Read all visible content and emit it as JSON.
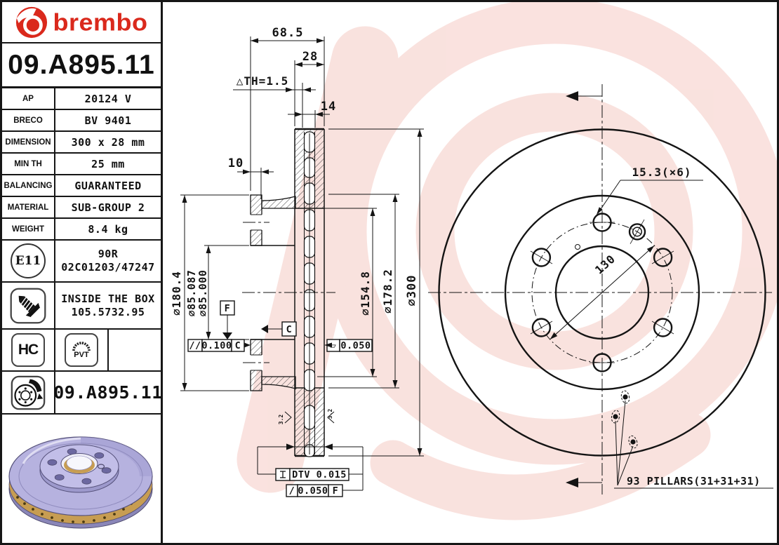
{
  "brand": {
    "wordmark": "brembo",
    "red": "#da291c"
  },
  "header": {
    "part_number": "09.A895.11"
  },
  "spec_rows": [
    {
      "label": "AP",
      "value": "20124 V"
    },
    {
      "label": "BRECO",
      "value": "BV 9401"
    },
    {
      "label": "DIMENSION",
      "value": "300 x 28 mm"
    },
    {
      "label": "MIN TH",
      "value": "25 mm"
    },
    {
      "label": "BALANCING",
      "value": "GUARANTEED"
    },
    {
      "label": "MATERIAL",
      "value": "SUB-GROUP 2"
    },
    {
      "label": "WEIGHT",
      "value": "8.4 kg"
    }
  ],
  "homologation": {
    "badge": "E11",
    "line1": "90R",
    "line2": "02C01203/47247"
  },
  "box_row": {
    "line1": "INSIDE THE BOX",
    "line2": "105.5732.95"
  },
  "coating_row": {
    "hc": "HC",
    "pvt": "PVT"
  },
  "footer": {
    "part_number": "09.A895.11"
  },
  "section_view": {
    "dim_overall_width": "68.5",
    "dim_band_width": "28",
    "dim_th": "△TH=1.5",
    "dim_vent": "14",
    "dim_flange": "10",
    "dim_hat_od": "⌀180.4",
    "dim_bore_max": "⌀85.087",
    "dim_bore_min": "⌀85.000",
    "dim_vane_id": "⌀154.8",
    "dim_hat_step": "⌀178.2",
    "dim_outer": "⌀300",
    "roughness_left": "3.2",
    "roughness_right": "3.2",
    "parallelism": {
      "symbol": "//",
      "value": "0.100",
      "datum": "C"
    },
    "flatness": {
      "symbol": "▱",
      "value": "0.050"
    },
    "datum_f": "F",
    "datum_c": "C",
    "dtv": {
      "value": "DTV 0.015"
    },
    "runout": {
      "symbol": "/",
      "value": "0.050",
      "datum": "F"
    }
  },
  "front_view": {
    "dim_holes": "15.3(×6)",
    "dim_bolt_circle": "130",
    "pillars_note": "93 PILLARS(31+31+31)"
  },
  "colors": {
    "watermark_pink": "#f5c6bf",
    "disc_body": "#b6b2df",
    "disc_vanes": "#c79d52"
  }
}
